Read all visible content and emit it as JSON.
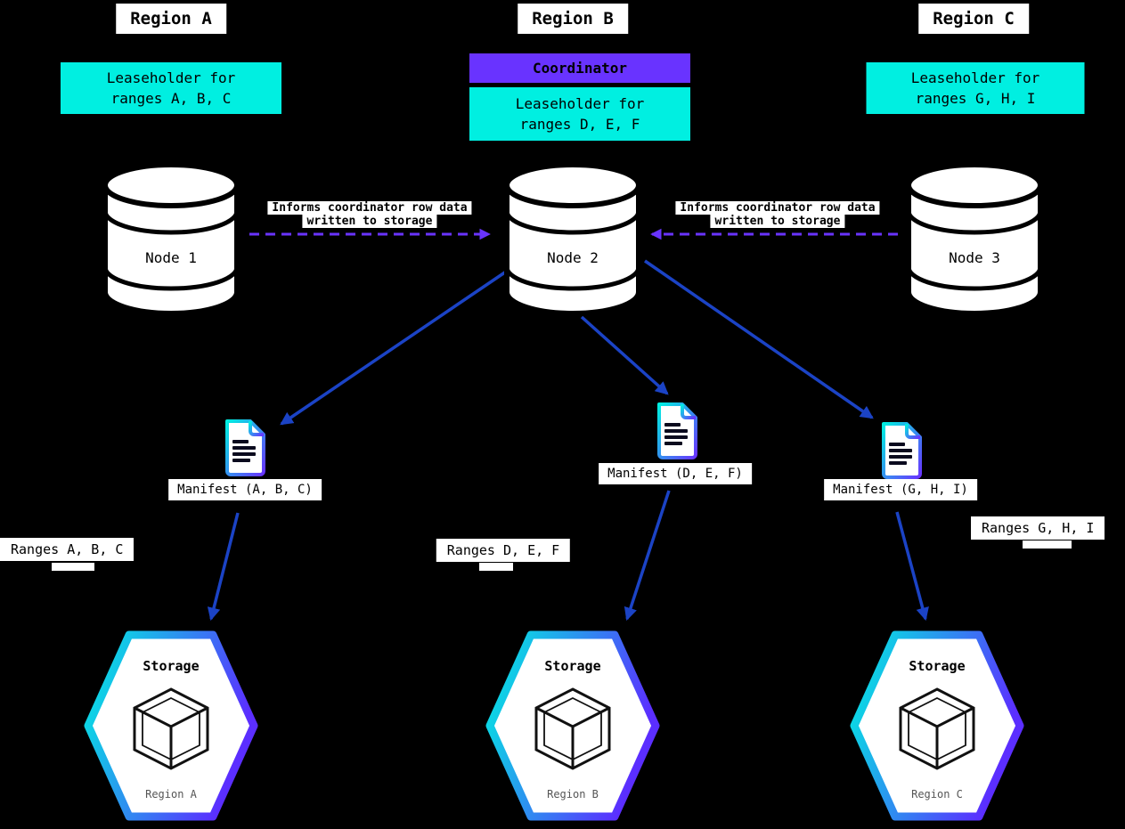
{
  "regions": [
    {
      "title": "Region A",
      "leaseholder_line1": "Leaseholder for",
      "leaseholder_line2": "ranges A, B, C",
      "node_label": "Node 1",
      "manifest_label": "Manifest (A, B, C)",
      "ranges_label": "Ranges A, B, C",
      "storage_label": "Storage",
      "storage_region": "Region A"
    },
    {
      "title": "Region B",
      "coordinator_label": "Coordinator",
      "leaseholder_line1": "Leaseholder for",
      "leaseholder_line2": "ranges D, E, F",
      "node_label": "Node 2",
      "manifest_label": "Manifest (D, E, F)",
      "ranges_label": "Ranges D, E, F",
      "storage_label": "Storage",
      "storage_region": "Region B"
    },
    {
      "title": "Region C",
      "leaseholder_line1": "Leaseholder for",
      "leaseholder_line2": "ranges G, H, I",
      "node_label": "Node 3",
      "manifest_label": "Manifest (G, H, I)",
      "ranges_label": "Ranges G, H, I",
      "storage_label": "Storage",
      "storage_region": "Region C"
    }
  ],
  "inform_label": {
    "line1": "Informs coordinator row data",
    "line2": "written to storage"
  },
  "colors": {
    "background": "#000000",
    "label_box_bg": "#ffffff",
    "leaseholder_bg": "#00efe1",
    "coordinator_bg": "#6933ff",
    "inform_arrow": "#6933ff",
    "data_arrow": "#1b43c5",
    "node_outline": "#000000",
    "icon_gradient_start": "#00efe1",
    "icon_gradient_end": "#6933ff"
  }
}
